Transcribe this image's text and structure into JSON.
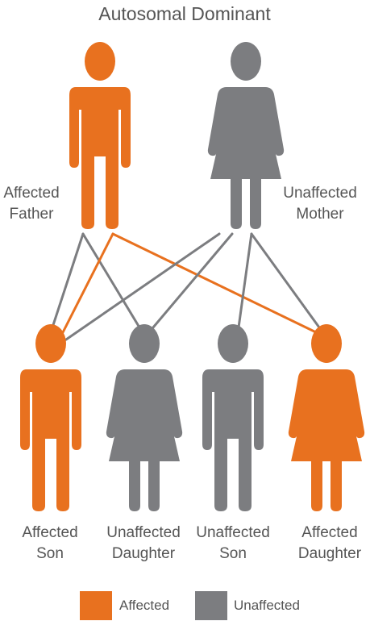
{
  "title": "Autosomal Dominant",
  "colors": {
    "affected": "#e8711f",
    "unaffected": "#7c7d80"
  },
  "parents": {
    "father": {
      "line1": "Affected",
      "line2": "Father",
      "status": "affected",
      "figure": "male"
    },
    "mother": {
      "line1": "Unaffected",
      "line2": "Mother",
      "status": "unaffected",
      "figure": "female"
    }
  },
  "children": [
    {
      "line1": "Affected",
      "line2": "Son",
      "status": "affected",
      "figure": "male"
    },
    {
      "line1": "Unaffected",
      "line2": "Daughter",
      "status": "unaffected",
      "figure": "female"
    },
    {
      "line1": "Unaffected",
      "line2": "Son",
      "status": "unaffected",
      "figure": "male"
    },
    {
      "line1": "Affected",
      "line2": "Daughter",
      "status": "affected",
      "figure": "female"
    }
  ],
  "legend": {
    "affected": "Affected",
    "unaffected": "Unaffected"
  }
}
